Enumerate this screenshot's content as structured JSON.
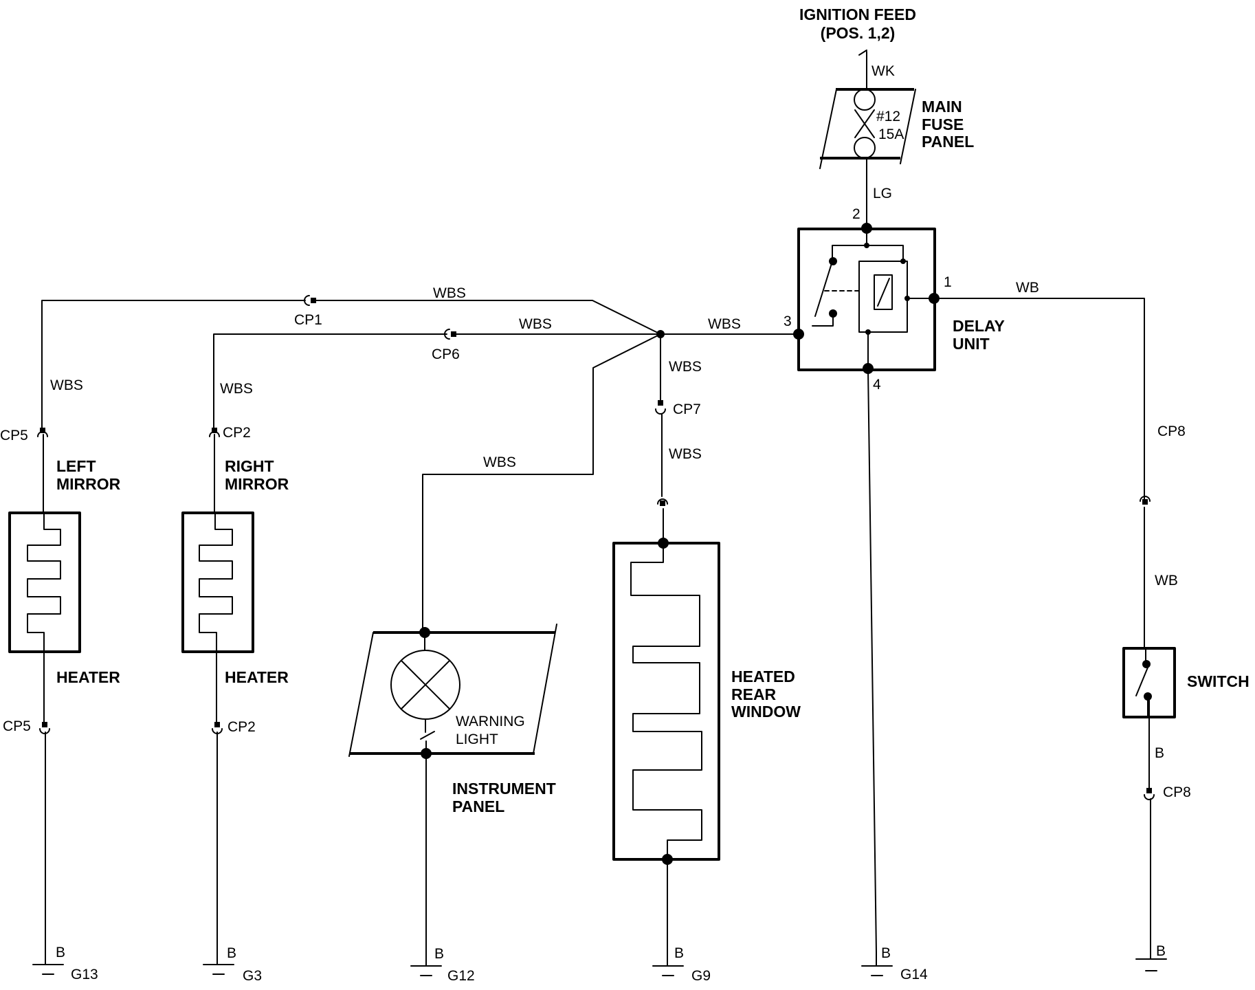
{
  "title": {
    "line1": "IGNITION FEED",
    "line2": "(POS. 1,2)"
  },
  "fuse_panel": {
    "line1": "MAIN",
    "line2": "FUSE",
    "line3": "PANEL",
    "fuse_number": "#12",
    "fuse_rating": "15A"
  },
  "delay_unit": {
    "line1": "DELAY",
    "line2": "UNIT",
    "pin1": "1",
    "pin2": "2",
    "pin3": "3",
    "pin4": "4"
  },
  "wires": {
    "wk": "WK",
    "lg": "LG",
    "wbs": "WBS",
    "wb": "WB",
    "b": "B"
  },
  "connectors": {
    "cp1": "CP1",
    "cp2": "CP2",
    "cp5": "CP5",
    "cp6": "CP6",
    "cp7": "CP7",
    "cp8": "CP8"
  },
  "components": {
    "left_mirror": {
      "line1": "LEFT",
      "line2": "MIRROR",
      "heater": "HEATER"
    },
    "right_mirror": {
      "line1": "RIGHT",
      "line2": "MIRROR",
      "heater": "HEATER"
    },
    "instrument_panel": {
      "line1": "INSTRUMENT",
      "line2": "PANEL",
      "lamp1": "WARNING",
      "lamp2": "LIGHT"
    },
    "rear_window": {
      "line1": "HEATED",
      "line2": "REAR",
      "line3": "WINDOW"
    },
    "switch": {
      "label": "SWITCH"
    }
  },
  "grounds": {
    "g13": "G13",
    "g3": "G3",
    "g12": "G12",
    "g9": "G9",
    "g14": "G14"
  }
}
